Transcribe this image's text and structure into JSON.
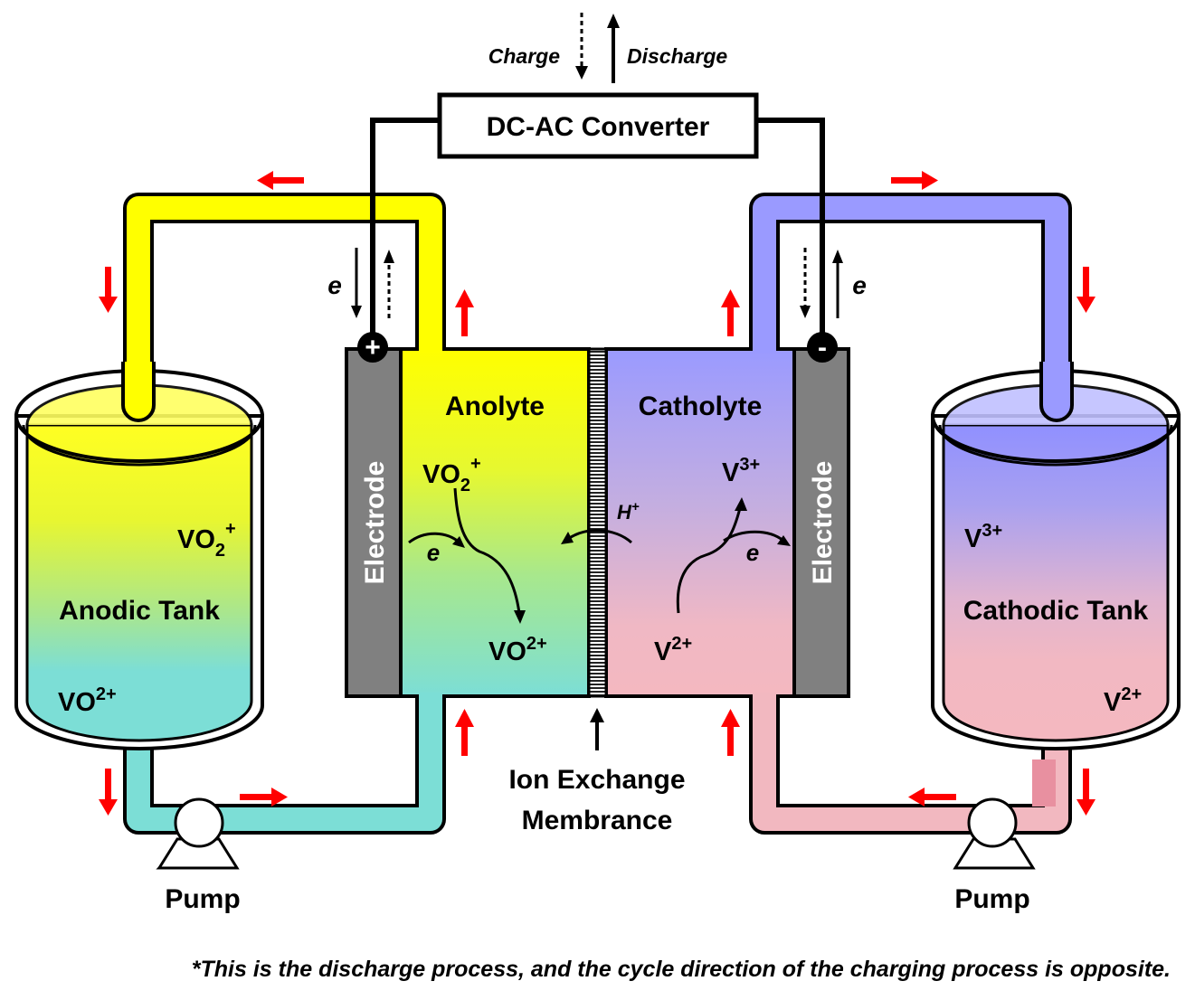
{
  "converter": {
    "label": "DC-AC Converter"
  },
  "direction": {
    "charge": "Charge",
    "discharge": "Discharge"
  },
  "electrode_left": {
    "label": "Electrode",
    "terminal": "+"
  },
  "electrode_right": {
    "label": "Electrode",
    "terminal": "-"
  },
  "electron": {
    "symbol": "e"
  },
  "anolyte": {
    "title": "Anolyte",
    "species_top": {
      "base": "VO",
      "sub": "2",
      "sup": "+"
    },
    "species_bottom": {
      "base": "VO",
      "sup": "2+"
    }
  },
  "catholyte": {
    "title": "Catholyte",
    "species_top": {
      "base": "V",
      "sup": "3+"
    },
    "species_bottom": {
      "base": "V",
      "sup": "2+"
    }
  },
  "proton": {
    "base": "H",
    "sup": "+"
  },
  "anodic_tank": {
    "title": "Anodic Tank",
    "species_top": {
      "base": "VO",
      "sub": "2",
      "sup": "+"
    },
    "species_bottom": {
      "base": "VO",
      "sup": "2+"
    }
  },
  "cathodic_tank": {
    "title": "Cathodic Tank",
    "species_top": {
      "base": "V",
      "sup": "3+"
    },
    "species_bottom": {
      "base": "V",
      "sup": "2+"
    }
  },
  "membrane": {
    "line1": "Ion Exchange",
    "line2": "Membrance"
  },
  "pump_left": {
    "label": "Pump"
  },
  "pump_right": {
    "label": "Pump"
  },
  "footnote": "*This is the discharge process, and the cycle direction of the charging process is opposite.",
  "colors": {
    "anolyte_top": "#ffff00",
    "anolyte_bottom": "#7fded6",
    "catholyte_top": "#9a9aff",
    "catholyte_bottom": "#f4b8c0",
    "flow_arrow": "#ff0000",
    "electrode": "#808080"
  }
}
